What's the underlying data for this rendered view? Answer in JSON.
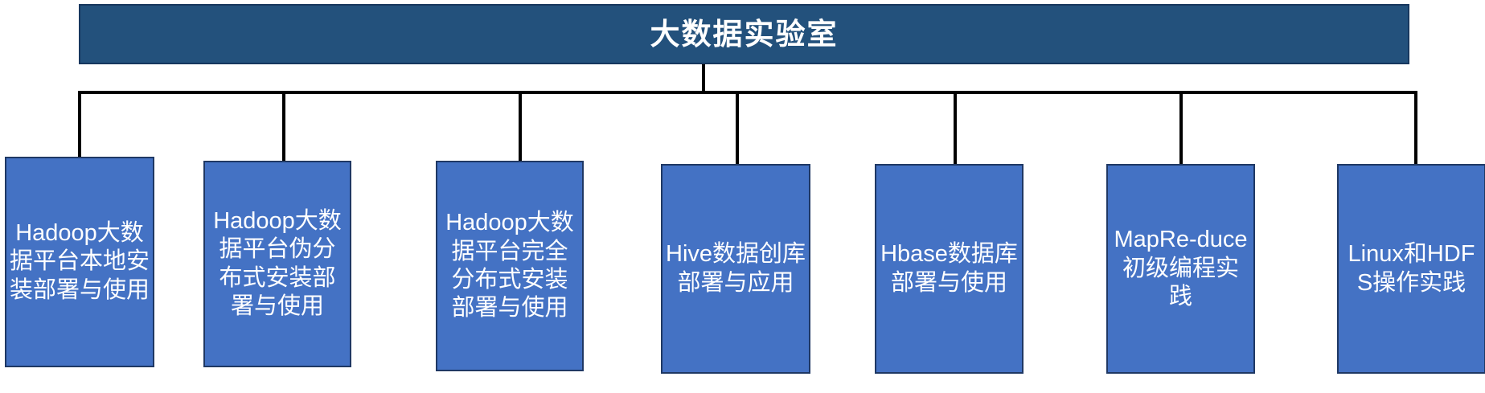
{
  "diagram": {
    "title": "大数据实验室",
    "colors": {
      "title_fill": "#23517C",
      "title_border": "#17375E",
      "node_fill": "#4472C4",
      "node_border": "#1F3864",
      "connector": "#000000",
      "text": "#FFFFFF",
      "background": "#FFFFFF"
    },
    "nodes": [
      {
        "label": "Hadoop大数据平台本地安装部署与使用"
      },
      {
        "label": "Hadoop大数据平台伪分布式安装部署与使用"
      },
      {
        "label": "Hadoop大数据平台完全分布式安装部署与使用"
      },
      {
        "label": "Hive数据创库部署与应用"
      },
      {
        "label": "Hbase数据库部署与使用"
      },
      {
        "label": "MapRe-duce初级编程实践"
      },
      {
        "label": "Linux和HDFS操作实践"
      }
    ]
  }
}
